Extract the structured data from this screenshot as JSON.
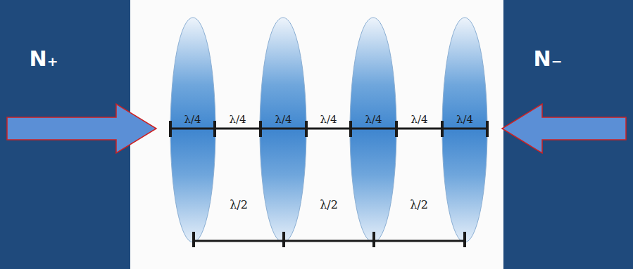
{
  "diagram": {
    "labels": [
      "N₊",
      "N₋",
      "λ/4",
      "λ/4",
      "λ/4",
      "λ/4",
      "λ/4",
      "λ/4",
      "λ/4",
      "λ/2",
      "λ/2",
      "λ/2"
    ]
  }
}
